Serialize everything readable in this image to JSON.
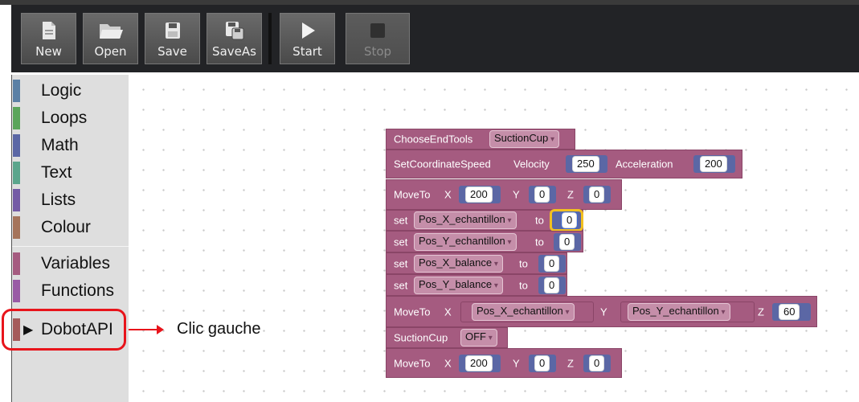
{
  "toolbar": {
    "new_label": "New",
    "open_label": "Open",
    "save_label": "Save",
    "saveas_label": "SaveAs",
    "start_label": "Start",
    "stop_label": "Stop"
  },
  "sidebar": {
    "items": [
      {
        "label": "Logic",
        "color": "#5b80a5"
      },
      {
        "label": "Loops",
        "color": "#5ba55b"
      },
      {
        "label": "Math",
        "color": "#5b67a5"
      },
      {
        "label": "Text",
        "color": "#5ba58c"
      },
      {
        "label": "Lists",
        "color": "#745ba5"
      },
      {
        "label": "Colour",
        "color": "#a5745b"
      },
      {
        "label": "Variables",
        "color": "#a55b80"
      },
      {
        "label": "Functions",
        "color": "#995ba5"
      },
      {
        "label": "DobotAPI",
        "color": "#a55b5b",
        "expand_glyph": "▶"
      }
    ]
  },
  "blocks": {
    "b1": {
      "name": "ChooseEndTools",
      "option": "SuctionCup"
    },
    "b2": {
      "name": "SetCoordinateSpeed",
      "velocity_label": "Velocity",
      "velocity": "250",
      "accel_label": "Acceleration",
      "accel": "200"
    },
    "b3": {
      "name": "MoveTo",
      "x_label": "X",
      "x": "200",
      "y_label": "Y",
      "y": "0",
      "z_label": "Z",
      "z": "0"
    },
    "b4": {
      "kw": "set",
      "var": "Pos_X_echantillon",
      "to": "to",
      "value": "0"
    },
    "b5": {
      "kw": "set",
      "var": "Pos_Y_echantillon",
      "to": "to",
      "value": "0"
    },
    "b6": {
      "kw": "set",
      "var": "Pos_X_balance",
      "to": "to",
      "value": "0"
    },
    "b7": {
      "kw": "set",
      "var": "Pos_Y_balance",
      "to": "to",
      "value": "0"
    },
    "b8": {
      "name": "MoveTo",
      "x_label": "X",
      "x_var": "Pos_X_echantillon",
      "y_label": "Y",
      "y_var": "Pos_Y_echantillon",
      "z_label": "Z",
      "z": "60"
    },
    "b9": {
      "name": "SuctionCup",
      "option": "OFF"
    },
    "b10": {
      "name": "MoveTo",
      "x_label": "X",
      "x": "200",
      "y_label": "Y",
      "y": "0",
      "z_label": "Z",
      "z": "0"
    }
  },
  "annotation": {
    "text": "Clic gauche",
    "color": "#e8141b"
  }
}
